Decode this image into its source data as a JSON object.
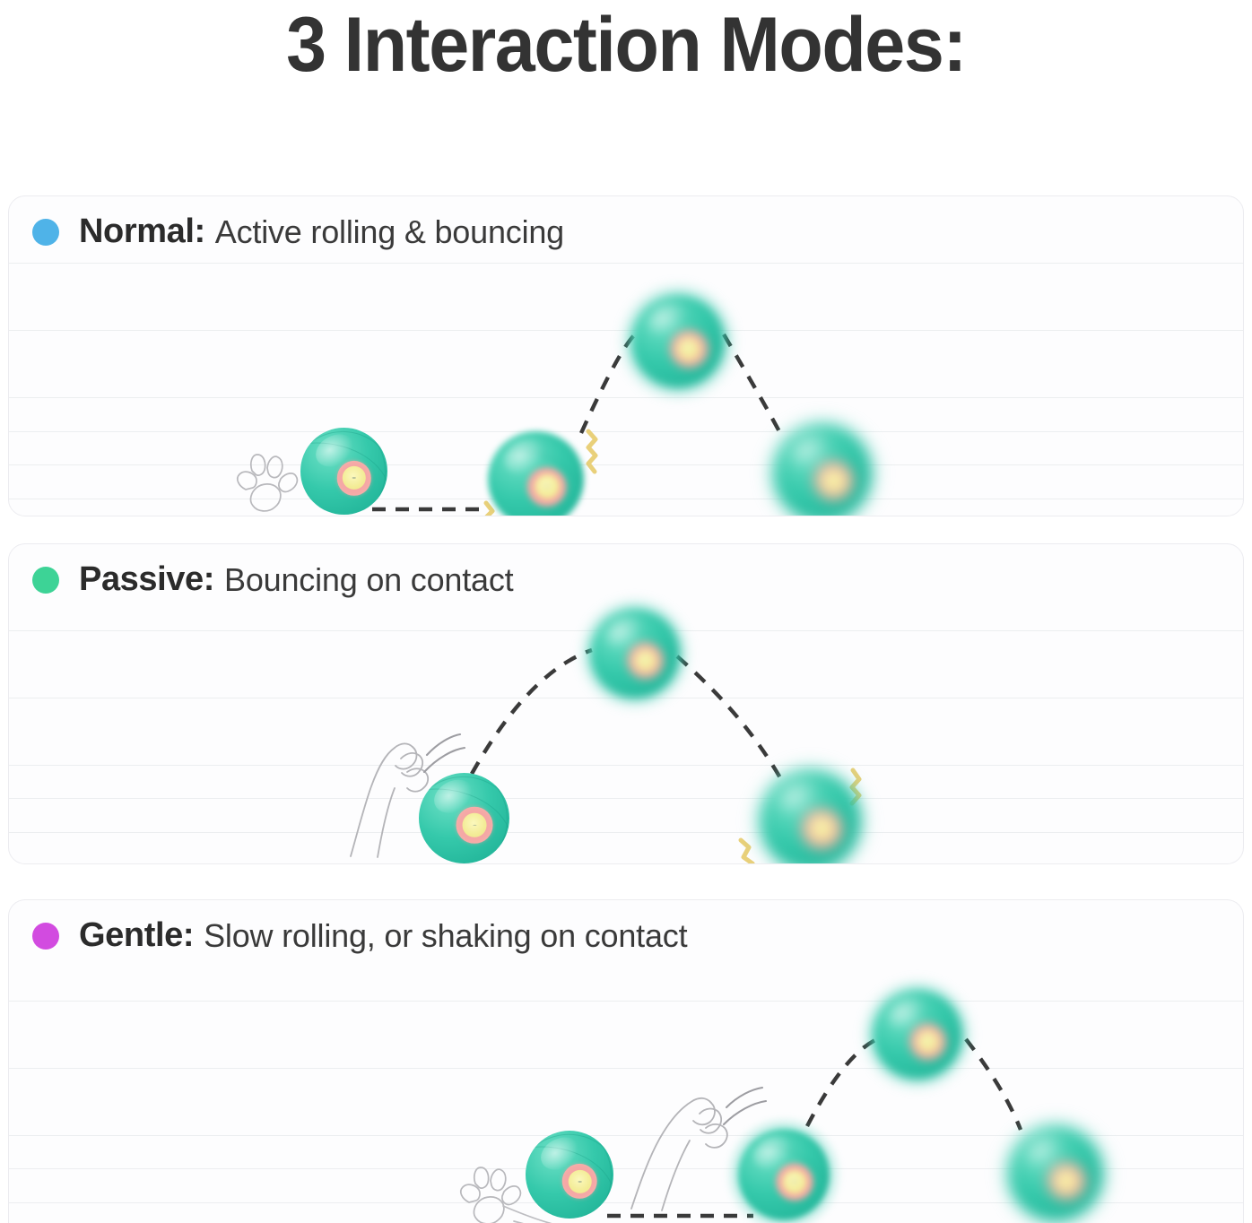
{
  "page": {
    "title": "3 Interaction Modes:",
    "background": "#ffffff",
    "title_color": "#333333"
  },
  "colors": {
    "ball_teal": "#35c9ab",
    "ball_ring_pink": "#f5a8a6",
    "ball_core_yellow": "#f3ec96",
    "trajectory_dash": "#3a3a3a",
    "vibration_squiggle": "#e8cf73",
    "paw_outline": "#b9b9bd",
    "card_border": "#ececf0",
    "card_background": "#fdfdfe",
    "grid_line": "#eceef0"
  },
  "modes": [
    {
      "id": "normal",
      "dot_color": "#4fb3e8",
      "name": "Normal:",
      "description": "Active rolling & bouncing",
      "scene_elements": [
        "paw-print-icon",
        "motion-trail",
        "rolling-ball",
        "dashed-ground-path",
        "vibration-squiggle",
        "bouncing-ball",
        "dashed-arc-path",
        "airborne-ball",
        "landing-ball"
      ]
    },
    {
      "id": "passive",
      "dot_color": "#3dd396",
      "name": "Passive:",
      "description": "Bouncing on contact",
      "scene_elements": [
        "cat-paw-leg-icon",
        "motion-arc-lines",
        "resting-ball",
        "dashed-arc-path",
        "airborne-ball",
        "landing-ball",
        "vibration-squiggle"
      ]
    },
    {
      "id": "gentle",
      "dot_color": "#d24be0",
      "name": "Gentle:",
      "description": "Slow rolling, or shaking on contact",
      "scene_elements": [
        "paw-print-icon",
        "motion-trail",
        "rolling-ball",
        "dashed-ground-path",
        "cat-paw-leg-icon",
        "motion-arc-lines",
        "contact-ball",
        "dashed-arc-path",
        "airborne-ball",
        "landing-ball"
      ]
    }
  ]
}
